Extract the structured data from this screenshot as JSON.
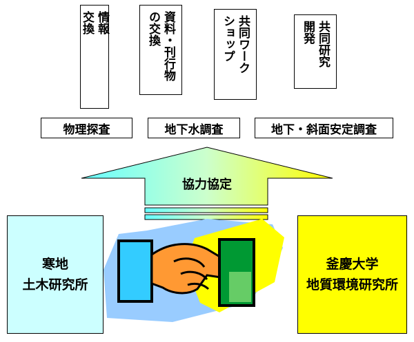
{
  "top_boxes": [
    {
      "text": "情報\n交換"
    },
    {
      "text": "資料・刊行物\nの交換"
    },
    {
      "text": "共同ワーク\nショップ"
    },
    {
      "text": "共同研究\n開発"
    }
  ],
  "middle_boxes": [
    {
      "text": "物理探査"
    },
    {
      "text": "地下水調査"
    },
    {
      "text": "地下・斜面安定調査"
    }
  ],
  "arrow_label": "協力協定",
  "left_org": {
    "text": "寒地\n土木研究所",
    "color": "#ccffff"
  },
  "right_org": {
    "text": "釜慶大学\n地質環境研究所",
    "color": "#ffff00"
  },
  "colors": {
    "arrow_left": "#66ffff",
    "arrow_right": "#ffff00",
    "handshake_bg_blue": "#99ccff",
    "handshake_bg_yellow": "#ffff00",
    "hand": "#ff9933",
    "cuff_left": "#33ccff",
    "cuff_right": "#009933"
  }
}
